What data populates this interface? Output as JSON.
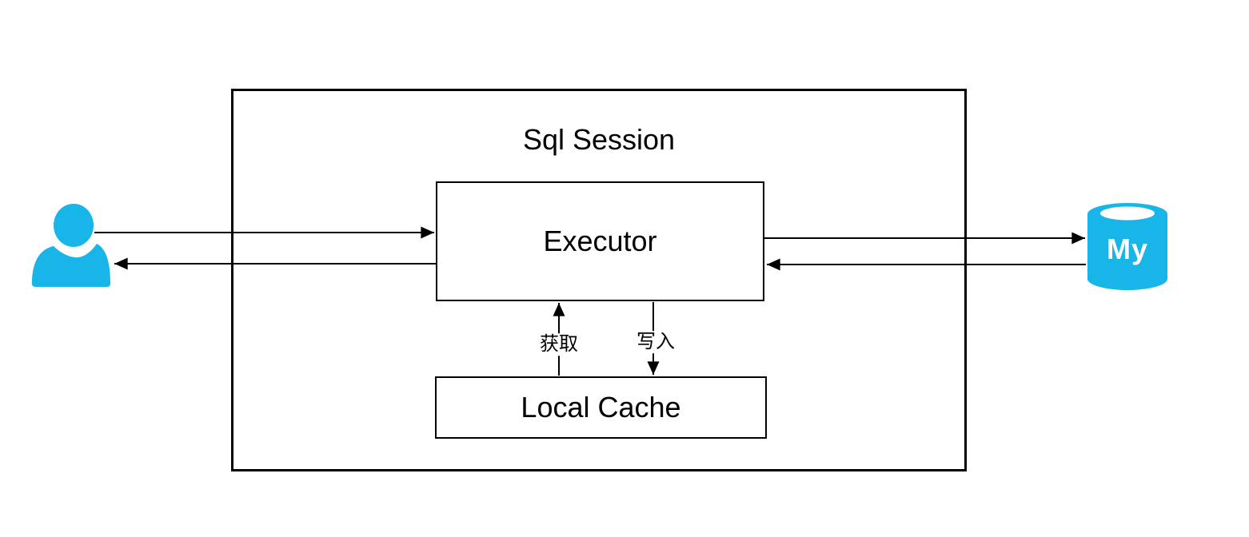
{
  "diagram": {
    "nodes": {
      "sql_session": {
        "label": "Sql Session"
      },
      "executor": {
        "label": "Executor"
      },
      "local_cache": {
        "label": "Local Cache"
      }
    },
    "edges": {
      "fetch": {
        "label": "获取"
      },
      "write": {
        "label": "写入"
      }
    },
    "icons": {
      "user": {
        "name": "user-icon"
      },
      "mysql": {
        "name": "mysql-database-icon",
        "label": "My"
      }
    },
    "colors": {
      "accent": "#17b5e8",
      "line": "#000000",
      "background": "#ffffff"
    }
  }
}
